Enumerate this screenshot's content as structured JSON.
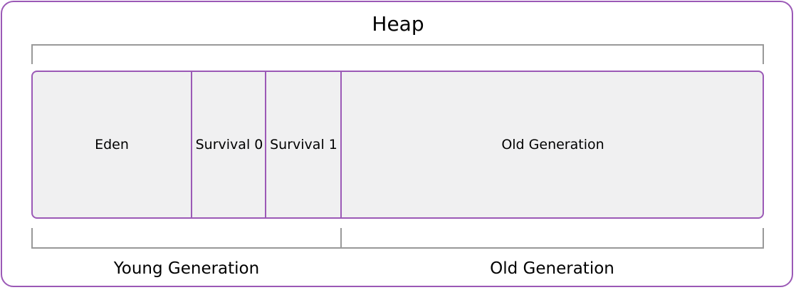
{
  "heap": {
    "title": "Heap",
    "segments": [
      {
        "label": "Eden"
      },
      {
        "label": "Survival 0"
      },
      {
        "label": "Survival 1"
      },
      {
        "label": "Old Generation"
      }
    ],
    "groups": [
      {
        "label": "Young Generation"
      },
      {
        "label": "Old Generation"
      }
    ]
  },
  "colors": {
    "border": "#9b59b6",
    "fill": "#f0f0f1",
    "bracket": "#999999"
  }
}
